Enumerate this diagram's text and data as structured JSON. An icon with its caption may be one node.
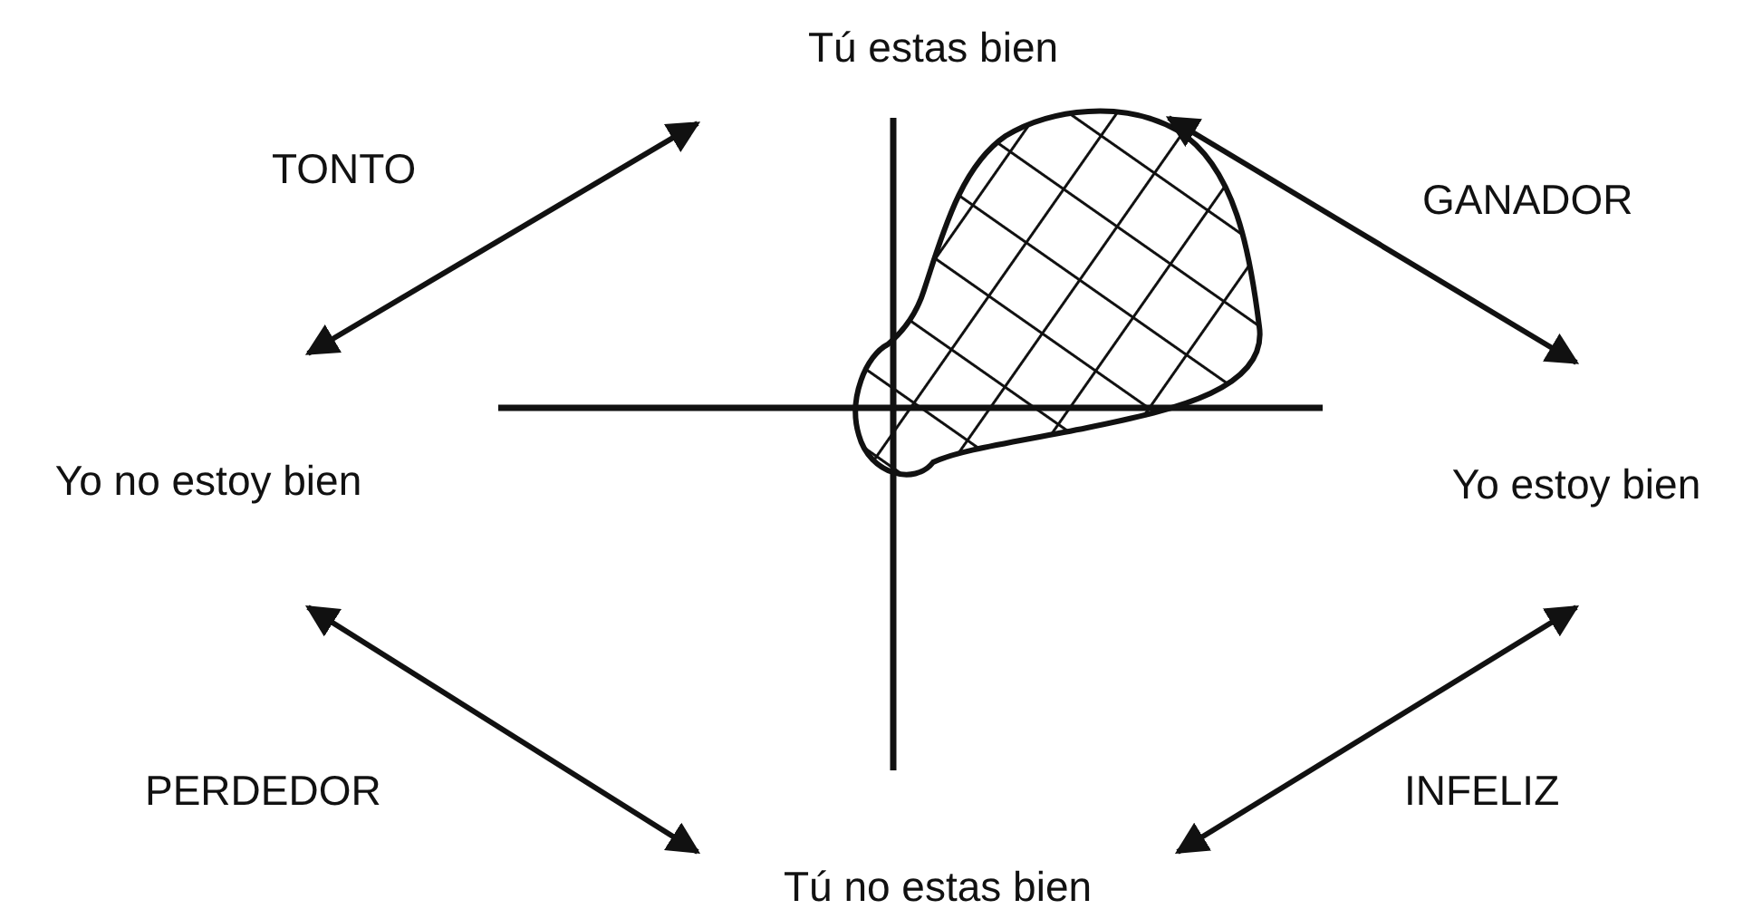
{
  "diagram": {
    "nodes": [
      {
        "text": [
          "Tú estas bien"
        ]
      },
      {
        "text": [
          "Yo no estoy bien"
        ]
      },
      {
        "text": [
          "Yo estoy bien"
        ]
      },
      {
        "text": [
          "Tú no estas bien"
        ]
      }
    ],
    "edges": [
      {
        "from": 1,
        "to": 0,
        "arrow": "both"
      },
      {
        "from": 0,
        "to": 2,
        "arrow": "both"
      },
      {
        "from": 1,
        "to": 3,
        "arrow": "both"
      },
      {
        "from": 3,
        "to": 2,
        "arrow": "both"
      }
    ],
    "labels": [
      "TONTO",
      "GANADOR",
      "PERDEDOR",
      "INFELIZ"
    ]
  }
}
